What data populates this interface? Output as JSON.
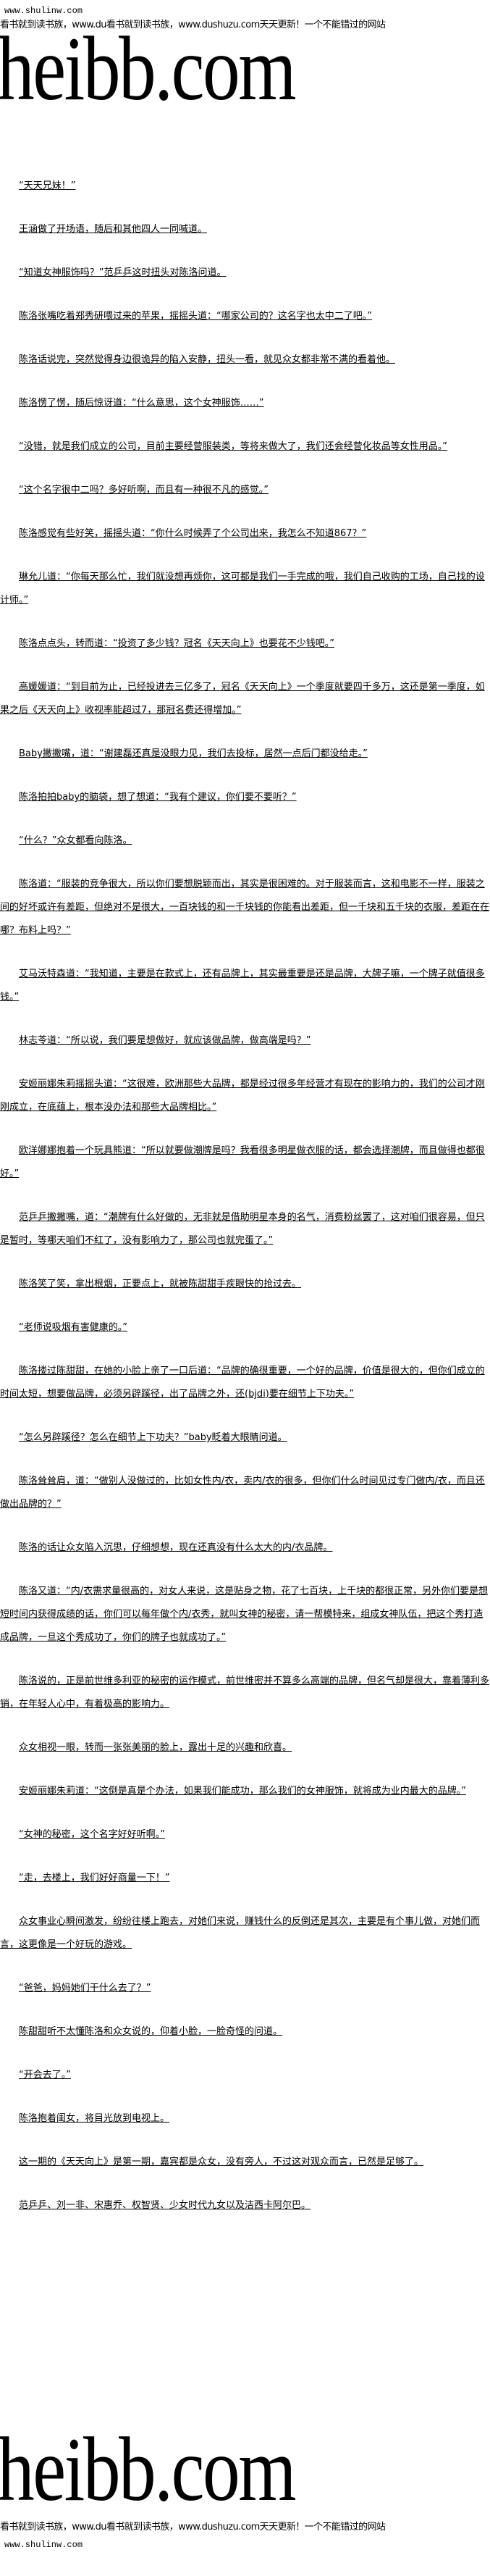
{
  "header": {
    "site": "www.shulinw.com",
    "ad": "看书就到读书族，www.du看书就到读书族，www.dushuzu.com天天更新！一个不能错过的网站",
    "logo": "heibb.com"
  },
  "paragraphs": [
    "“天天兄妹！”",
    "王涵做了开场语，随后和其他四人一同喊道。",
    "“知道女神服饰吗？”范乒乒这时扭头对陈洛问道。",
    "陈洛张嘴吃着郑秀研喂过来的苹果，摇摇头道：“哪家公司的？这名字也太中二了吧。”",
    "陈洛话说完，突然觉得身边很诡异的陷入安静，扭头一看，就见众女都非常不满的看着他。",
    "陈洛愣了愣，随后惊讶道：“什么意思，这个女神服饰……”",
    "“没错，就是我们成立的公司，目前主要经营服装类，等将来做大了，我们还会经营化妆品等女性用品。”",
    "“这个名字很中二吗？多好听啊，而且有一种很不凡的感觉。”",
    "陈洛感觉有些好笑，摇摇头道：“你什么时候弄了个公司出来，我怎么不知道867？”",
    "琳允儿道：“你每天那么忙，我们就没想再烦你，这可都是我们一手完成的哦，我们自己收购的工场，自己找的设计师。”",
    "陈洛点点头，转而道：“投资了多少钱？冠名《天天向上》也要花不少钱吧。”",
    "高媛媛道：“到目前为止，已经投进去三亿多了，冠名《天天向上》一个季度就要四千多万，这还是第一季度，如果之后《天天向上》收视率能超过7，那冠名费还得增加。”",
    "Baby撇撇嘴，道：“谢建磊还真是没眼力见，我们去投标，居然一点后门都没给走。”",
    "陈洛拍拍baby的脑袋，想了想道：“我有个建议，你们要不要听？”",
    "“什么？”众女都看向陈洛。",
    "陈洛道：“服装的竞争很大，所以你们要想脱颖而出，其实是很困难的。对于服装而言，这和电影不一样，服装之间的好坏或许有差距，但绝对不是很大，一百块钱的和一千块钱的你能看出差距，但一千块和五千块的衣服，差距在在哪？布料上吗？”",
    "艾马沃特森道：“我知道，主要是在款式上，还有品牌上，其实最重要是还是品牌，大牌子嘛，一个牌子就值很多钱。”",
    "林志苓道：“所以说，我们要是想做好，就应该做品牌，做高端是吗？”",
    "安姬丽娜朱莉摇摇头道：“这很难，欧洲那些大品牌，都是经过很多年经营才有现在的影响力的，我们的公司才刚刚成立，在底蕴上，根本没办法和那些大品牌相比。”",
    "欧洋娜娜抱着一个玩具熊道：“所以就要做潮牌是吗？我看很多明星做衣服的话，都会选择潮牌，而且做得也都很好。”",
    "范乒乒撇撇嘴，道：“潮牌有什么好做的，无非就是借助明星本身的名气，消费粉丝罢了，这对咱们很容易，但只是暂时，等哪天咱们不红了，没有影响力了，那公司也就完蛋了。”",
    "陈洛笑了笑，拿出根烟，正要点上，就被陈甜甜手疾眼快的抢过去。",
    "“老师说吸烟有害健康的。”",
    "陈洛搂过陈甜甜，在她的小脸上亲了一口后道：“品牌的确很重要，一个好的品牌，价值是很大的，但你们成立的时间太短，想要做品牌，必须另辟蹊径，出了品牌之外，还(bjdi)要在细节上下功夫。”",
    "“怎么另辟蹊径？怎么在细节上下功夫？”baby眨着大眼睛问道。",
    "陈洛耸耸肩，道：“做别人没做过的，比如女性内/衣，卖内/衣的很多，但你们什么时间见过专门做内/衣，而且还做出品牌的？”",
    "陈洛的话让众女陷入沉思，仔细想想，现在还真没有什么太大的内/衣品牌。",
    "陈洛又道：“内/衣需求量很高的，对女人来说，这是贴身之物，花了七百块，上千块的都很正常，另外你们要是想短时间内获得成绩的话，你们可以每年做个内/衣秀，就叫女神的秘密，请一帮模特来，组成女神队伍，把这个秀打造成品牌，一旦这个秀成功了，你们的牌子也就成功了。”",
    "陈洛说的，正是前世维多利亚的秘密的运作模式，前世维密并不算多么高端的品牌，但名气却是很大，靠着薄利多销，在年轻人心中，有着极高的影响力。",
    "众女相视一眼，转而一张张美丽的脸上，露出十足的兴趣和欣喜。",
    "安姬丽娜朱莉道：“这倒是真是个办法，如果我们能成功，那么我们的女神服饰，就将成为业内最大的品牌。”",
    "“女神的秘密，这个名字好好听啊。”",
    "“走，去楼上，我们好好商量一下！”",
    "众女事业心瞬间激发，纷纷往楼上跑去，对她们来说，赚钱什么的反倒还是其次，主要是有个事儿做，对她们而言，这更像是一个好玩的游戏。",
    "“爸爸，妈妈她们干什么去了？”",
    "陈甜甜听不太懂陈洛和众女说的，仰着小脸，一脸奇怪的问道。",
    "“开会去了。”",
    "陈洛抱着闺女，将目光放到电视上。",
    "这一期的《天天向上》是第一期，嘉宾都是众女，没有旁人，不过这对观众而言，已然是足够了。",
    "范乒乒、刘一非、宋惠乔、权智贤、少女时代九女以及洁西卡阿尔巴。"
  ],
  "footer": {
    "logo": "heibb.com",
    "ad": "看书就到读书族，www.du看书就到读书族，www.dushuzu.com天天更新！一个不能错过的网站",
    "site": "www.shulinw.com"
  }
}
